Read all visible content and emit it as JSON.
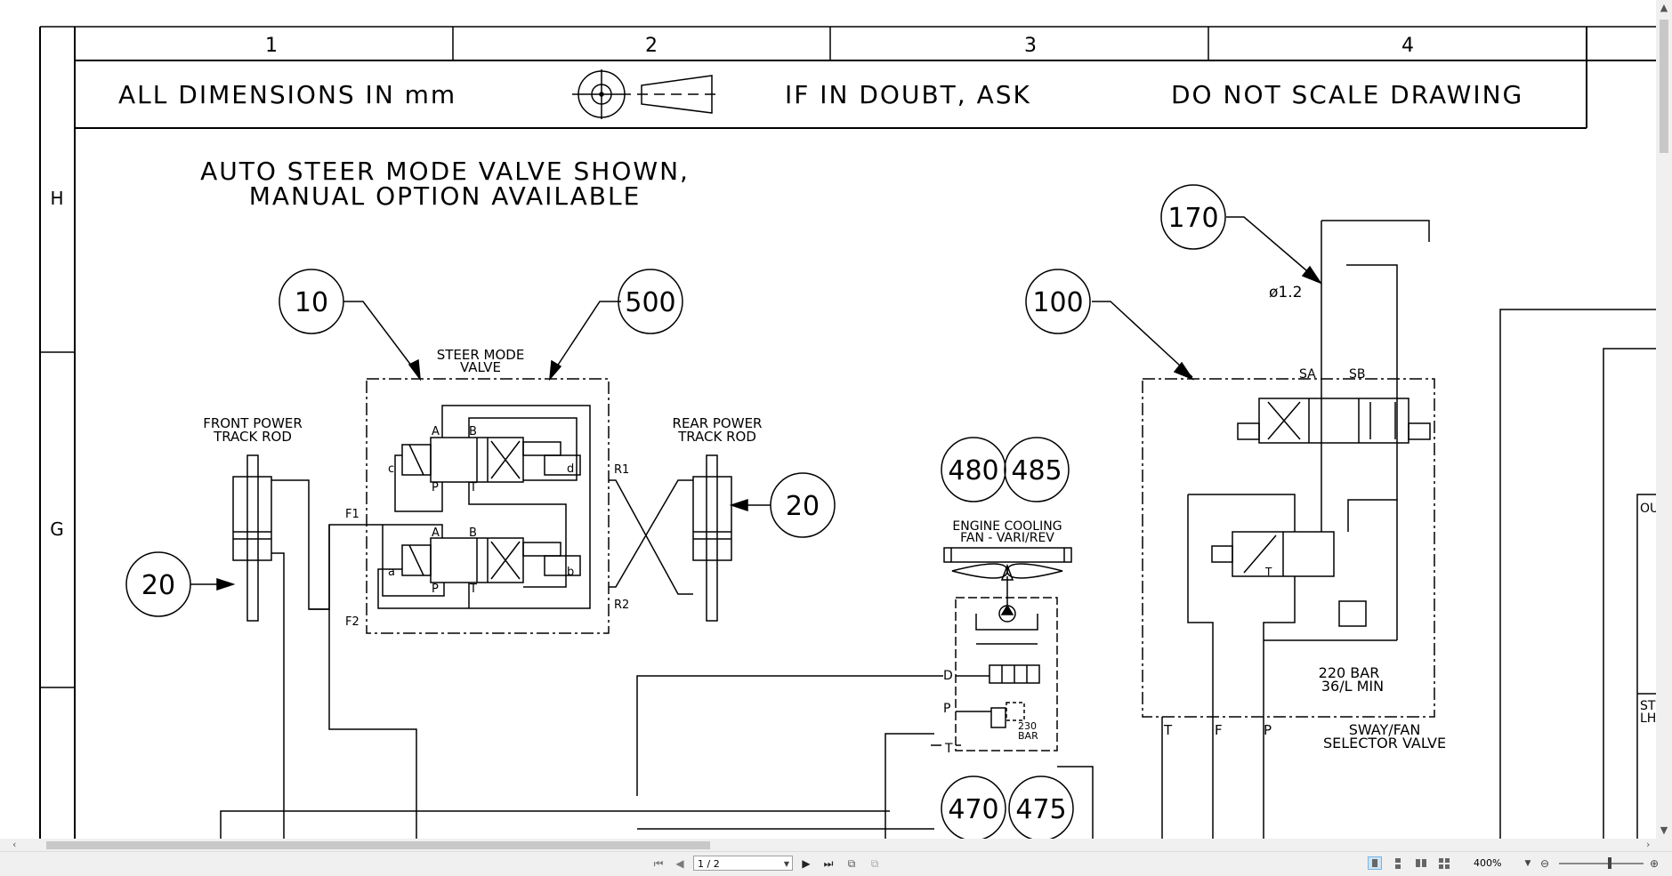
{
  "sheet": {
    "columns": [
      "1",
      "2",
      "3",
      "4"
    ],
    "rows": [
      "H",
      "G"
    ],
    "header_notes": {
      "dimensions": "ALL DIMENSIONS IN mm",
      "doubt": "IF IN DOUBT, ASK",
      "scale": "DO NOT SCALE DRAWING"
    }
  },
  "drawing": {
    "mode_note_line1": "AUTO STEER MODE VALVE SHOWN,",
    "mode_note_line2": "MANUAL OPTION AVAILABLE",
    "balloons": {
      "b10": "10",
      "b500": "500",
      "b20_left": "20",
      "b20_right": "20",
      "b480": "480",
      "b485": "485",
      "b100": "100",
      "b170": "170",
      "b470": "470",
      "b475": "475"
    },
    "labels": {
      "steer_mode_1": "STEER MODE",
      "steer_mode_2": "VALVE",
      "front_track_1": "FRONT POWER",
      "front_track_2": "TRACK ROD",
      "rear_track_1": "REAR POWER",
      "rear_track_2": "TRACK ROD",
      "engine_cooling_1": "ENGINE COOLING",
      "engine_cooling_2": "FAN - VARI/REV",
      "sway_1": "SWAY/FAN",
      "sway_2": "SELECTOR VALVE",
      "relief_1": "220 BAR",
      "relief_2": "36/L MIN",
      "relief_230_1": "230",
      "relief_230_2": "BAR",
      "orifice": "ø1.2",
      "port_F1": "F1",
      "port_F2": "F2",
      "port_R1": "R1",
      "port_R2": "R2",
      "port_A_top": "A",
      "port_B_top": "B",
      "port_P_top": "P",
      "port_T_top": "T",
      "port_A_bot": "A",
      "port_B_bot": "B",
      "port_P_bot": "P",
      "port_T_bot": "T",
      "port_c": "c",
      "port_d": "d",
      "port_a": "a",
      "port_b": "b",
      "port_D": "D",
      "port_P_fan": "P",
      "port_T_fan": "T",
      "port_SA": "SA",
      "port_SB": "SB",
      "port_T_sway": "T",
      "port_F_sway": "F",
      "port_P_sway": "P",
      "spool_T": "T",
      "right_edge_1": "OU",
      "right_edge_2": "ST",
      "right_edge_3": "LH"
    }
  },
  "statusbar": {
    "page_value": "1 / 2",
    "zoom": "400%"
  }
}
